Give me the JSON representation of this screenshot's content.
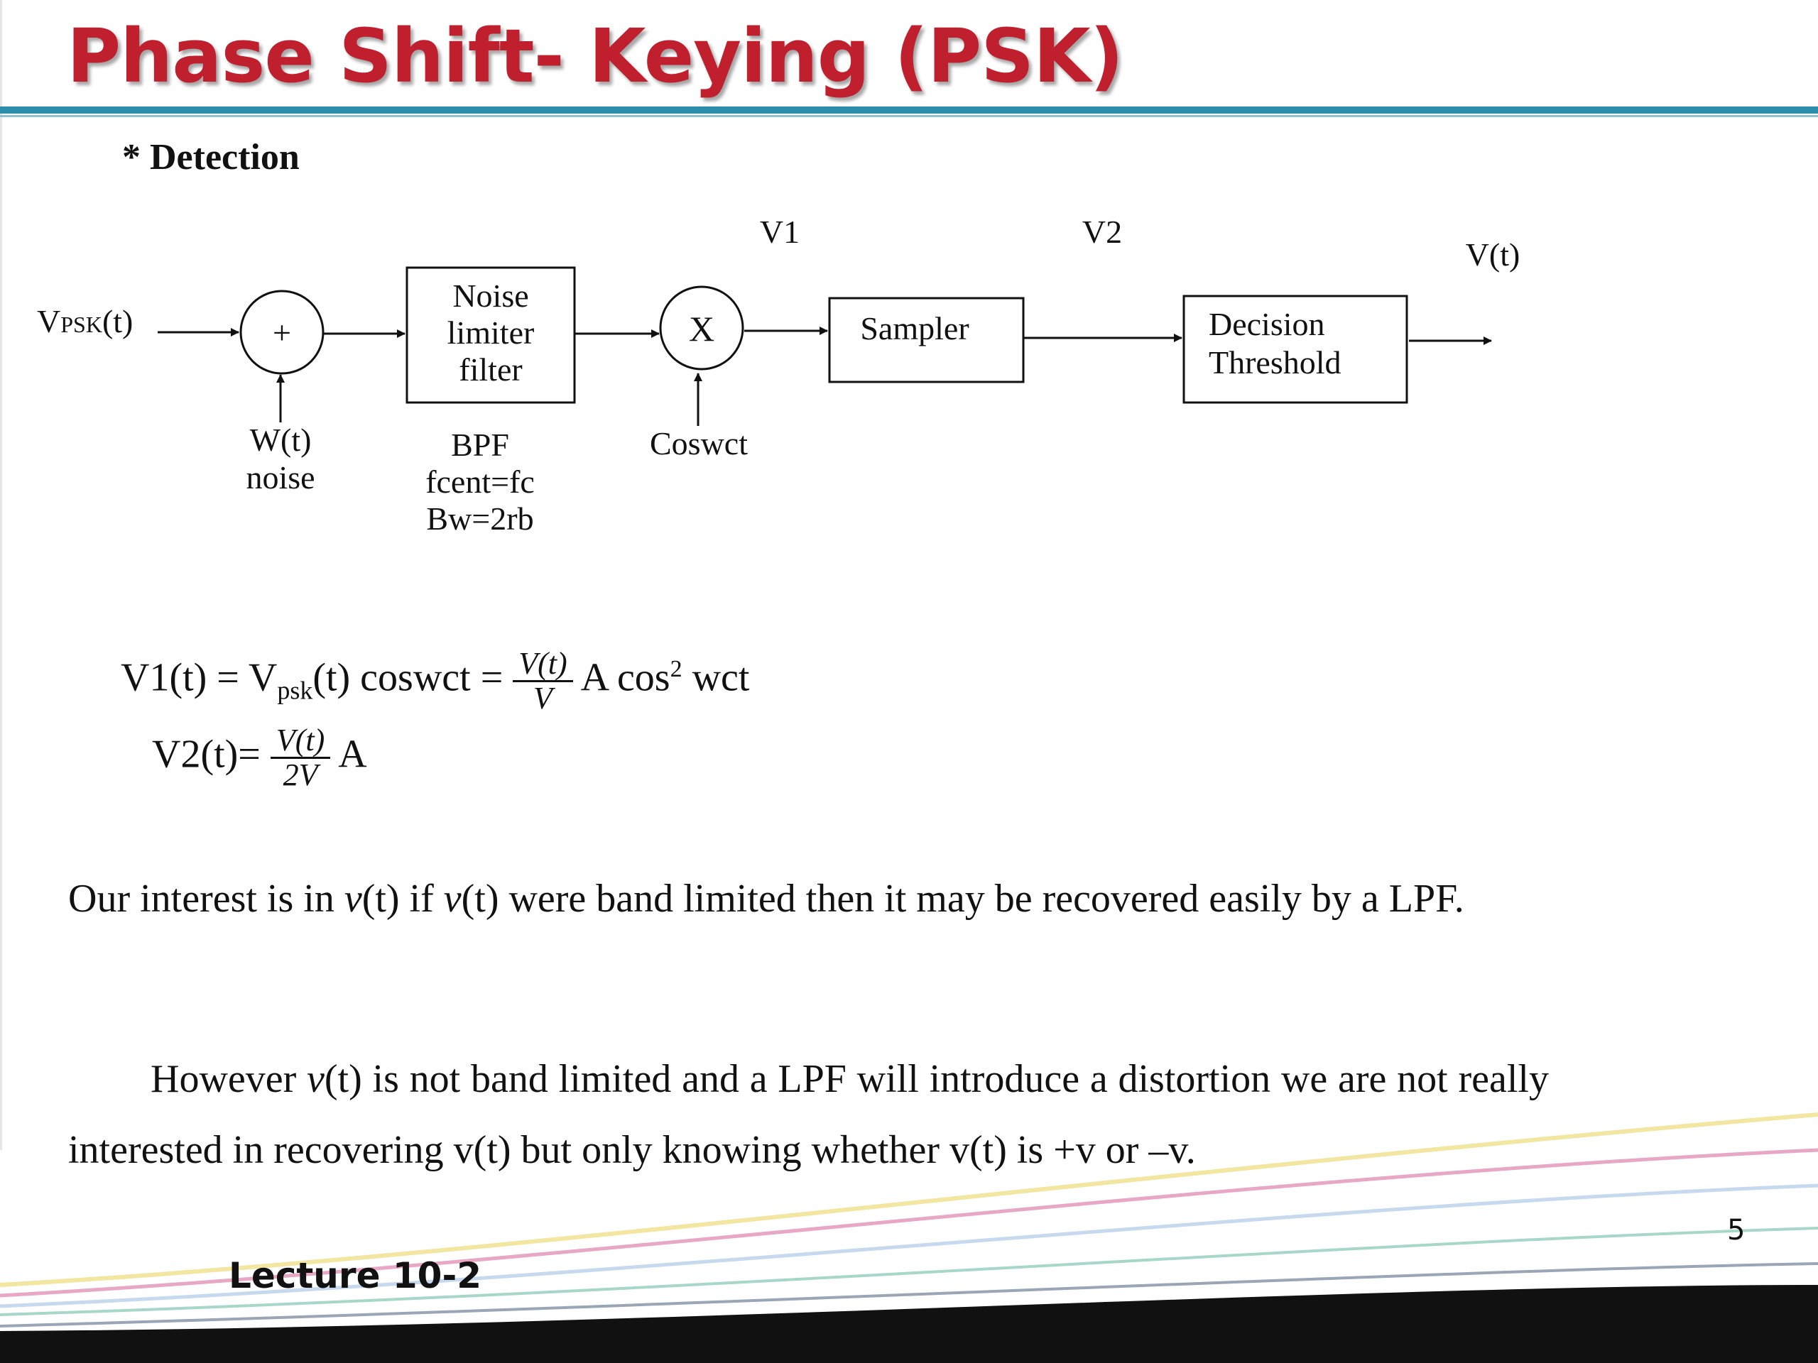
{
  "slide": {
    "title": "Phase Shift- Keying (PSK)",
    "heading": "* Detection",
    "footer": "Lecture 10-2",
    "page_number": "5"
  },
  "diagram": {
    "input_label_main": "V",
    "input_label_sub": "PSK",
    "input_label_tail": "(t)",
    "adder_symbol": "+",
    "noise_label_line1": "W(t)",
    "noise_label_line2": "noise",
    "filter_block": [
      "Noise",
      "limiter",
      "filter"
    ],
    "filter_specs": [
      "BPF",
      "fcent=fc",
      "Bw=2rb"
    ],
    "multiplier_symbol": "X",
    "carrier_label": "Coswct",
    "v1_label": "V1",
    "sampler_block": "Sampler",
    "v2_label": "V2",
    "decision_block": [
      "Decision",
      "Threshold"
    ],
    "output_label": "V(t)"
  },
  "equations": {
    "eq1_lhs": "V1(t) = V",
    "eq1_sub": "psk",
    "eq1_mid": "(t) coswct = ",
    "eq1_num": "V(t)",
    "eq1_den": "V",
    "eq1_tail": " A cos",
    "eq1_sup": "2",
    "eq1_end": " wct",
    "eq2_lhs": "V2(t)= ",
    "eq2_num": "V(t)",
    "eq2_den": "2V",
    "eq2_tail": " A"
  },
  "paragraphs": {
    "p1_a": "Our interest is in ",
    "p1_v1": "v",
    "p1_b": "(t) if ",
    "p1_v2": "v",
    "p1_c": "(t) were band limited then it may be recovered easily by a LPF.",
    "p2_a": "However ",
    "p2_v": "v",
    "p2_b": "(t) is not band limited and a LPF will introduce a distortion we are not really interested in recovering v(t) but only knowing whether v(t) is +v or –v."
  }
}
